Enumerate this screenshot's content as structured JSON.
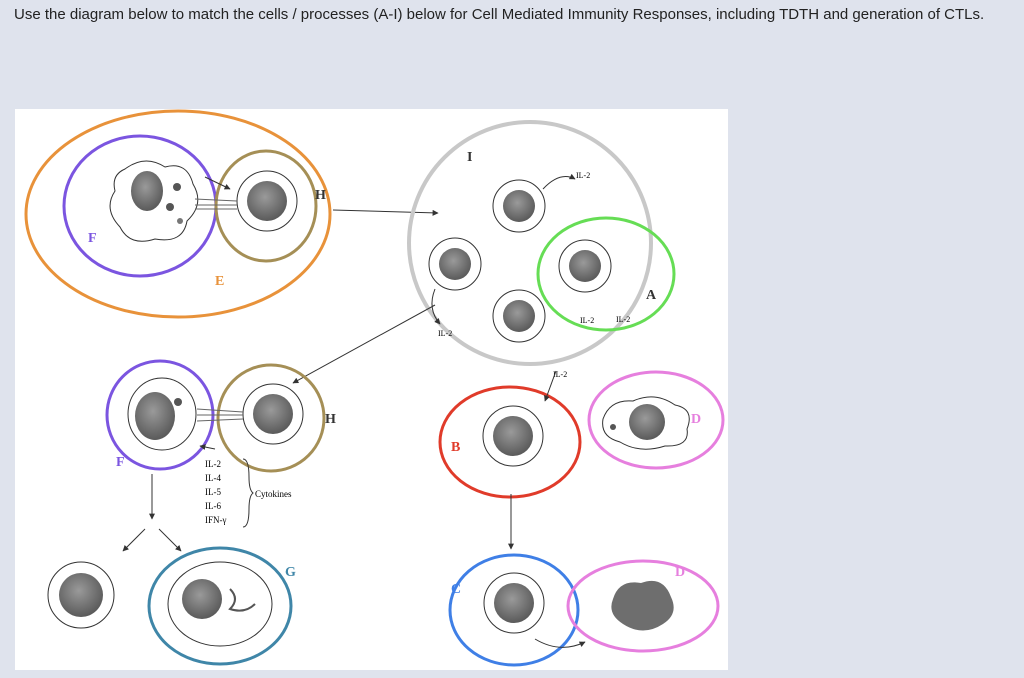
{
  "question": {
    "text": "Use the diagram below to match the cells / processes (A-I) below for Cell Mediated Immunity Responses, including TDTH and generation of CTLs."
  },
  "figure": {
    "labels": {
      "A": "A",
      "B": "B",
      "C": "C",
      "D_top": "D",
      "D_bottom": "D",
      "E": "E",
      "F_top": "F",
      "F_middle": "F",
      "G": "G",
      "H_top": "H",
      "H_middle": "H",
      "I": "I"
    },
    "il2_labels": [
      "IL-2",
      "IL-2",
      "IL-2",
      "IL-2",
      "IL-2"
    ],
    "cytokine_list": [
      "IL-2",
      "IL-4",
      "IL-5",
      "IL-6",
      "IFN-γ"
    ],
    "cytokines_label": "Cytokines",
    "colors": {
      "orange": "#e8923a",
      "purple": "#7b55e0",
      "olive": "#a58f56",
      "gray": "#c8c8c8",
      "green": "#66dd55",
      "red": "#e03b2a",
      "pink": "#e67fde",
      "blue": "#3f7fe6",
      "teal": "#3f86a8"
    }
  }
}
